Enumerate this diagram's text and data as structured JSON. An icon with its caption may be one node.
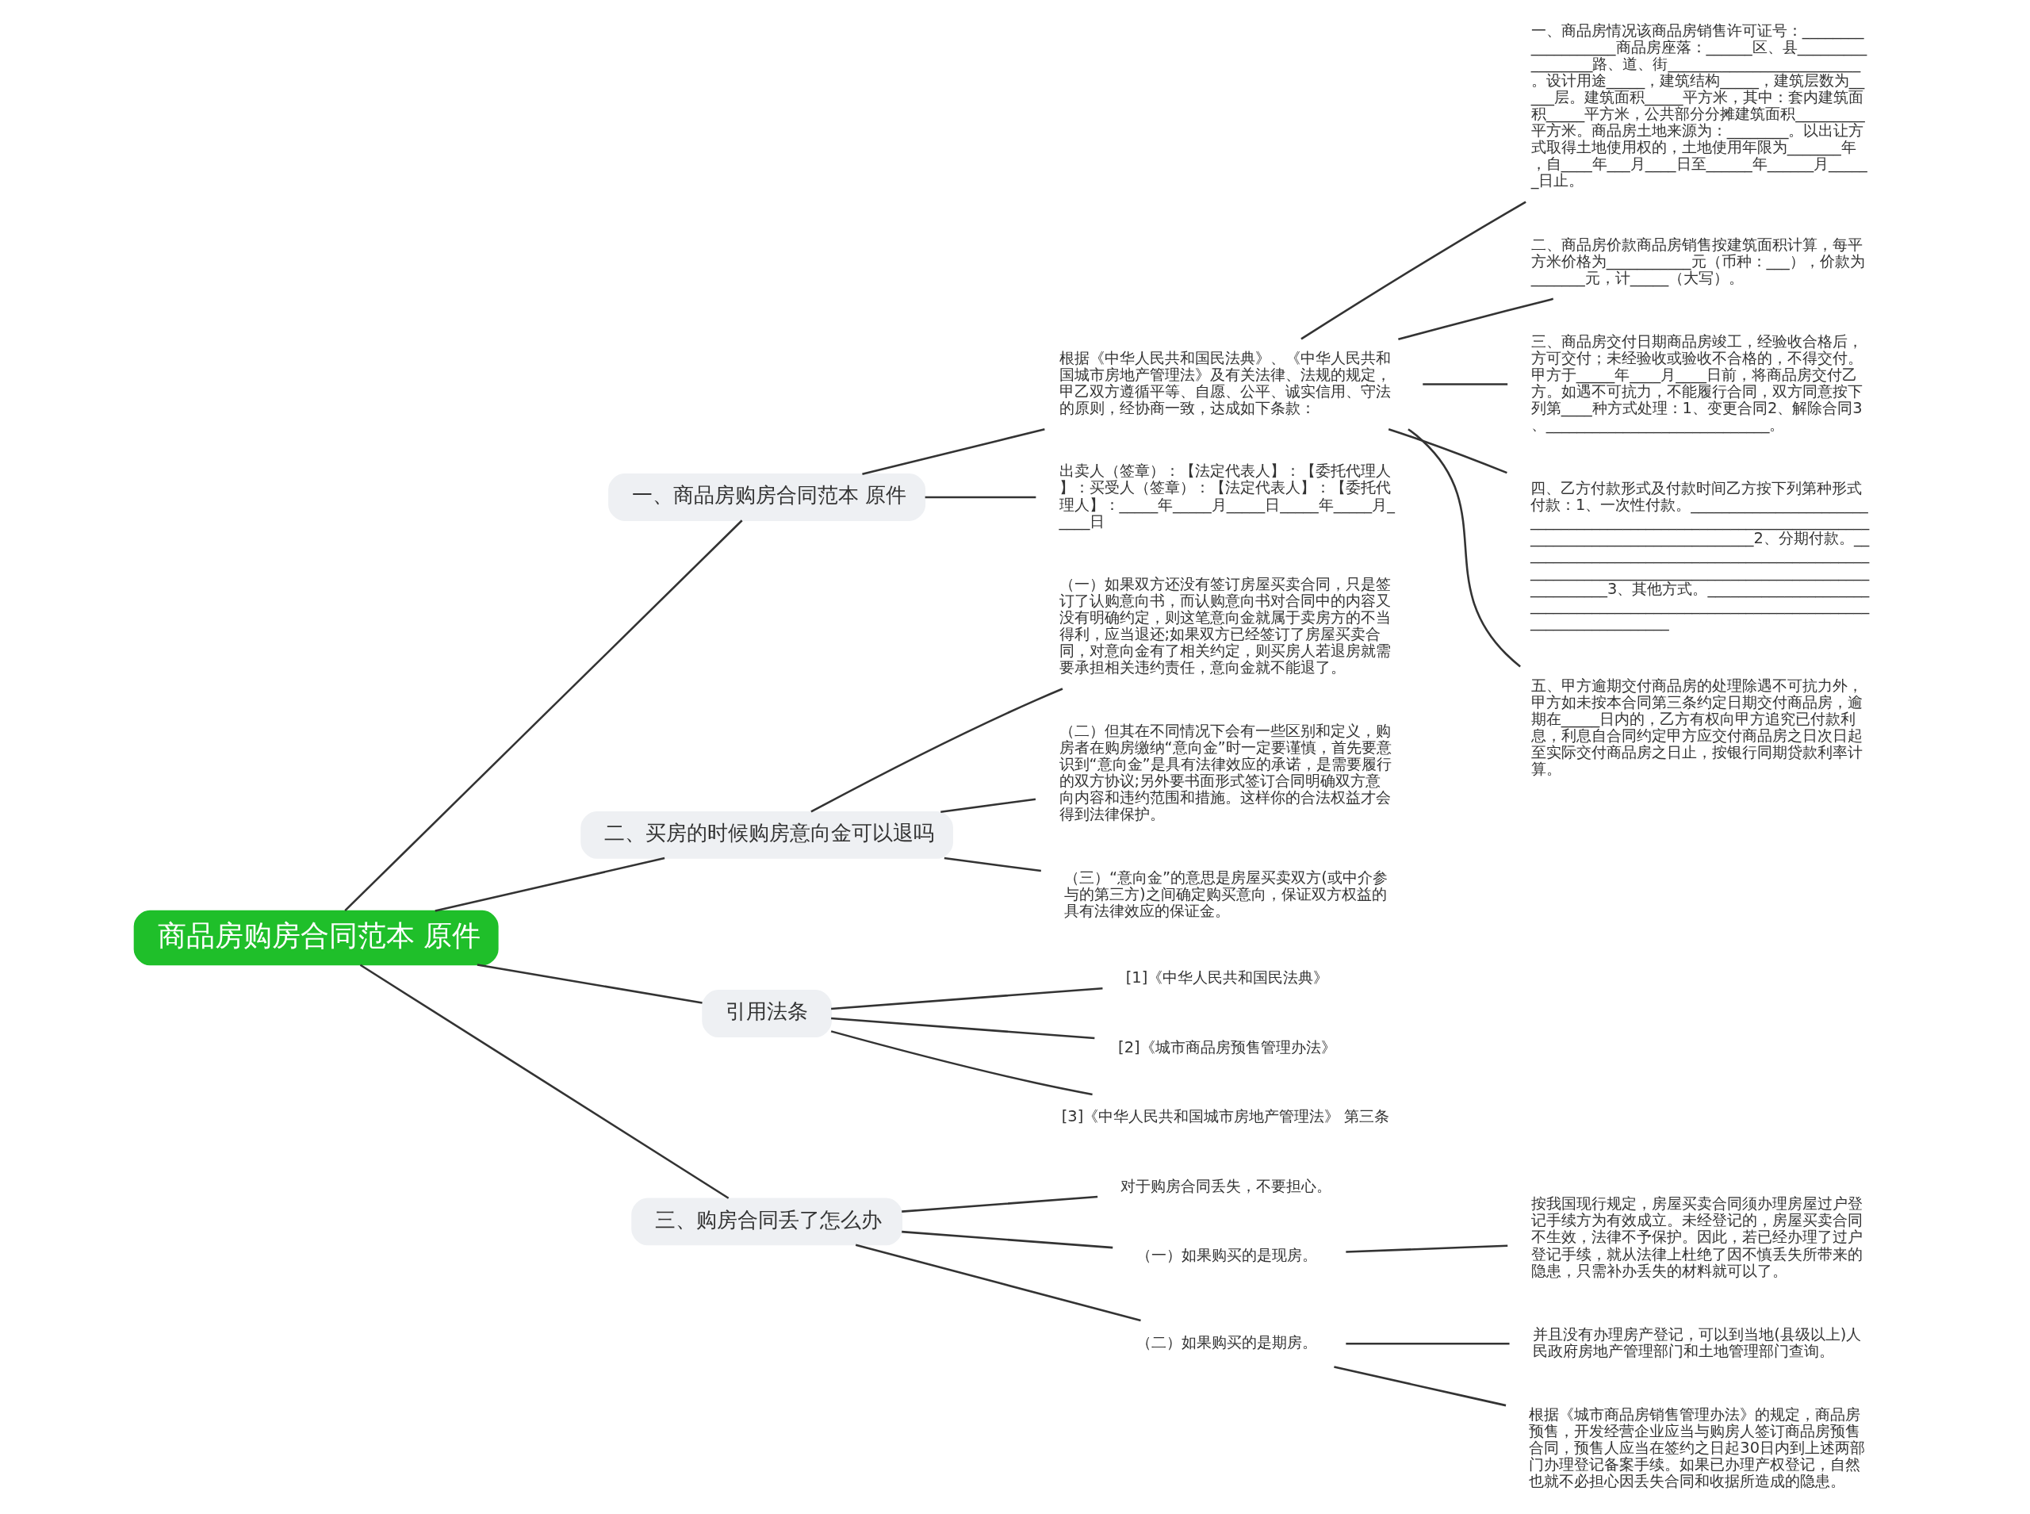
{
  "diagram": {
    "nodes": [
      {
        "text": [
          "商品房购房合同范本 原件"
        ]
      },
      {
        "text": [
          "一、商品房购房合同范本 原件"
        ]
      },
      {
        "text": [
          "根据《中华人民共和国民法典》、《中华人民共和国城市房地产管理法》及有关法律、法规的规定，甲乙双方遵循平等、自愿、公平、诚实信用、守法的原则，经协商一致，达成如下条款："
        ]
      },
      {
        "text": [
          "一、商品房情况该商品房销售许可证号：___________________商品房座落：______区、县_________________路、道、街_________________________。设计用途_____，建筑结构_____，建筑层数为_____层。建筑面积_____平方米，其中：套内建筑面积_____平方米，公共部分分摊建筑面积_________平方米。商品房土地来源为：________。以出让方式取得土地使用权的，土地使用年限为_______年，自____年___月____日至______年______月______日止。"
        ]
      },
      {
        "text": [
          "二、商品房价款商品房销售按建筑面积计算，每平方米价格为___________元（币种：___），价款为_______元，计_____（大写）。"
        ]
      },
      {
        "text": [
          "三、商品房交付日期商品房竣工，经验收合格后，方可交付；未经验收或验收不合格的，不得交付。甲方于_____年____月____日前，将商品房交付乙方。如遇不可抗力，不能履行合同，双方同意按下列第____种方式处理：1、变更合同2、解除合同3、_____________________________。"
        ]
      },
      {
        "text": [
          "四、乙方付款形式及付款时间乙方按下列第种形式付款：1、一次性付款。________________________________________________________________________________________________2、分期付款。____________________________________________________________________________________________________3、其他方式。___________________________________________________________________________________"
        ]
      },
      {
        "text": [
          "五、甲方逾期交付商品房的处理除遇不可抗力外，甲方如未按本合同第三条约定日期交付商品房，逾期在_____日内的，乙方有权向甲方追究已付款利息，利息自合同约定甲方应交付商品房之日次日起至实际交付商品房之日止，按银行同期贷款利率计算。"
        ]
      },
      {
        "text": [
          "出卖人（签章）：【法定代表人】：【委托代理人】：买受人（签章）：【法定代表人】：【委托代理人】：_____年_____月_____日_____年_____月_____日"
        ]
      },
      {
        "text": [
          "二、买房的时候购房意向金可以退吗"
        ]
      },
      {
        "text": [
          "（一）如果双方还没有签订房屋买卖合同，只是签订了认购意向书，而认购意向书对合同中的内容又没有明确约定，则这笔意向金就属于卖房方的不当得利，应当退还;如果双方已经签订了房屋买卖合同，对意向金有了相关约定，则买房人若退房就需要承担相关违约责任，意向金就不能退了。"
        ]
      },
      {
        "text": [
          "（二）但其在不同情况下会有一些区别和定义，购房者在购房缴纳“意向金”时一定要谨慎，首先要意识到“意向金”是具有法律效应的承诺，是需要履行的双方协议;另外要书面形式签订合同明确双方意向内容和违约范围和措施。这样你的合法权益才会得到法律保护。"
        ]
      },
      {
        "text": [
          "（三）“意向金”的意思是房屋买卖双方(或中介参与的第三方)之间确定购买意向，保证双方权益的具有法律效应的保证金。"
        ]
      },
      {
        "text": [
          "引用法条"
        ]
      },
      {
        "text": [
          "[1]《中华人民共和国民法典》"
        ]
      },
      {
        "text": [
          "[2]《城市商品房预售管理办法》"
        ]
      },
      {
        "text": [
          "[3]《中华人民共和国城市房地产管理法》 第三条"
        ]
      },
      {
        "text": [
          "三、购房合同丢了怎么办"
        ]
      },
      {
        "text": [
          "对于购房合同丢失，不要担心。"
        ]
      },
      {
        "text": [
          "（一）如果购买的是现房。"
        ]
      },
      {
        "text": [
          "按我国现行规定，房屋买卖合同须办理房屋过户登记手续方为有效成立。未经登记的，房屋买卖合同不生效，法律不予保护。因此，若已经办理了过户登记手续，就从法律上杜绝了因不慎丢失所带来的隐患，只需补办丢失的材料就可以了。"
        ]
      },
      {
        "text": [
          "（二）如果购买的是期房。"
        ]
      },
      {
        "text": [
          "并且没有办理房产登记，可以到当地(县级以上)人民政府房地产管理部门和土地管理部门查询。"
        ]
      },
      {
        "text": [
          "根据《城市商品房销售管理办法》的规定，商品房预售，开发经营企业应当与购房人签订商品房预售合同，预售人应当在签约之日起30日内到上述两部门办理登记备案手续。如果已办理产权登记，自然也就不必担心因丢失合同和收据所造成的隐患。"
        ]
      }
    ],
    "edges": [
      {
        "from": 0,
        "to": 1,
        "arrow": "none"
      },
      {
        "from": 1,
        "to": 2,
        "arrow": "none"
      },
      {
        "from": 2,
        "to": 3,
        "arrow": "none"
      },
      {
        "from": 2,
        "to": 4,
        "arrow": "none"
      },
      {
        "from": 2,
        "to": 5,
        "arrow": "none"
      },
      {
        "from": 2,
        "to": 6,
        "arrow": "none"
      },
      {
        "from": 2,
        "to": 7,
        "arrow": "none"
      },
      {
        "from": 1,
        "to": 8,
        "arrow": "none"
      },
      {
        "from": 0,
        "to": 9,
        "arrow": "none"
      },
      {
        "from": 9,
        "to": 10,
        "arrow": "none"
      },
      {
        "from": 9,
        "to": 11,
        "arrow": "none"
      },
      {
        "from": 9,
        "to": 12,
        "arrow": "none"
      },
      {
        "from": 0,
        "to": 13,
        "arrow": "none"
      },
      {
        "from": 13,
        "to": 14,
        "arrow": "none"
      },
      {
        "from": 13,
        "to": 15,
        "arrow": "none"
      },
      {
        "from": 13,
        "to": 16,
        "arrow": "none"
      },
      {
        "from": 0,
        "to": 17,
        "arrow": "none"
      },
      {
        "from": 17,
        "to": 18,
        "arrow": "none"
      },
      {
        "from": 17,
        "to": 19,
        "arrow": "none"
      },
      {
        "from": 19,
        "to": 20,
        "arrow": "none"
      },
      {
        "from": 17,
        "to": 21,
        "arrow": "none"
      },
      {
        "from": 21,
        "to": 22,
        "arrow": "none"
      },
      {
        "from": 21,
        "to": 23,
        "arrow": "none"
      }
    ]
  }
}
